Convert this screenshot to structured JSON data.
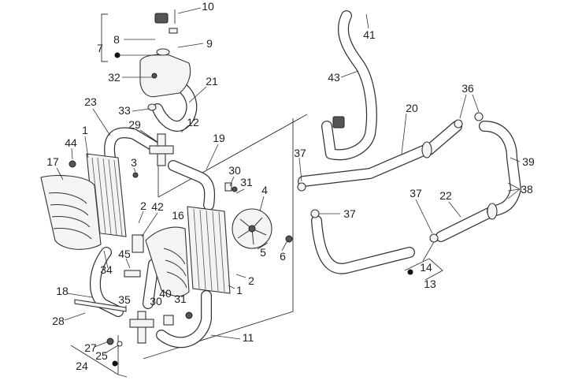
{
  "diagram": {
    "type": "exploded-parts-diagram",
    "callouts": [
      "10",
      "8",
      "9",
      "7",
      "32",
      "21",
      "23",
      "33",
      "12",
      "29",
      "1",
      "19",
      "44",
      "3",
      "17",
      "30",
      "31",
      "4",
      "2",
      "42",
      "16",
      "5",
      "6",
      "45",
      "34",
      "2",
      "1",
      "18",
      "35",
      "40",
      "30",
      "31",
      "28",
      "11",
      "27",
      "25",
      "24",
      "41",
      "43",
      "20",
      "36",
      "39",
      "37",
      "38",
      "37",
      "37",
      "22",
      "14",
      "13"
    ]
  }
}
